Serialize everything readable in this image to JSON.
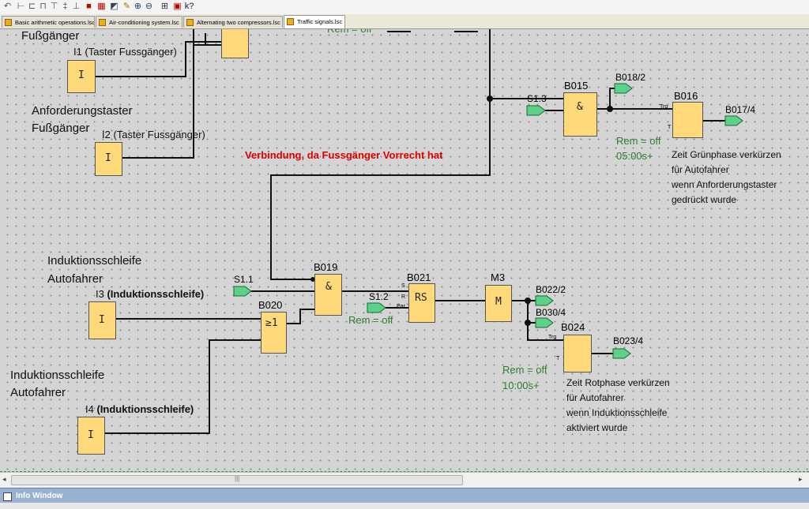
{
  "tabs": [
    {
      "label": "Basic arithmetic operations.lsc",
      "active": false
    },
    {
      "label": "Air-conditioning system.lsc",
      "active": false
    },
    {
      "label": "Alternating two compressors.lsc",
      "active": false
    },
    {
      "label": "Traffic signals.lsc",
      "active": true
    }
  ],
  "toolbar_icons": [
    "connector-icon",
    "split-connector-icon",
    "align-left-icon",
    "align-center-icon",
    "align-top-icon",
    "align-vertical-icon",
    "align-bottom-icon",
    "block-list-icon",
    "simulation-icon",
    "settings-icon",
    "zoom-in-icon",
    "zoom-out-icon",
    "fit-window-icon",
    "network-icon",
    "help-icon"
  ],
  "labels": {
    "top_cut": "Rem = off",
    "fussganger_a": "Fußgänger",
    "i1": "I1 (Taster Fussgänger)",
    "anforderung_line1": "Anforderungstaster",
    "anforderung_line2": "Fußgänger",
    "i2": "I2 (Taster Fussgänger)",
    "red_note": "Verbindung, da Fussgänger Vorrecht hat",
    "induktion1_line1": "Induktionsschleife",
    "induktion1_line2": "Autofahrer",
    "i3_prefix": "I3 ",
    "i3_bold": "(Induktionsschleife)",
    "induktion2_line1": "Induktionsschleife",
    "induktion2_line2": "Autofahrer",
    "i4_prefix": "I4 ",
    "i4_bold": "(Induktionsschleife)"
  },
  "blocks": {
    "b015": {
      "name": "B015",
      "symbol": "&"
    },
    "b016": {
      "name": "B016",
      "trg": "Trg",
      "t": "T"
    },
    "b019": {
      "name": "B019",
      "symbol": "&"
    },
    "b020": {
      "name": "B020",
      "symbol": "≥1"
    },
    "b021": {
      "name": "B021",
      "symbol": "RS",
      "s": "S",
      "r": "R",
      "par": "Par"
    },
    "m3": {
      "name": "M3",
      "symbol": "M"
    },
    "b024": {
      "name": "B024",
      "trg": "Trg",
      "t": "T"
    },
    "input_symbol": "I"
  },
  "connectors": {
    "s11": "S1.1",
    "s12": "S1.2",
    "s13": "S1.3",
    "b018": "B018/2",
    "b017": "B017/4",
    "b022": "B022/2",
    "b030": "B030/4",
    "b023": "B023/4"
  },
  "params": {
    "b016_rem": "Rem = off",
    "b016_time": "05:00s+",
    "b021_rem": "Rem = off",
    "b024_rem": "Rem = off",
    "b024_time": "10:00s+"
  },
  "notes": {
    "b016": [
      "Zeit Grünphase verkürzen",
      "für Autofahrer",
      "wenn Anforderungstaster",
      "gedrückt wurde"
    ],
    "b024": [
      "Zeit Rotphase verkürzen",
      "für Autofahrer",
      "wenn Induktionsschleife",
      "aktiviert wurde"
    ]
  },
  "info_window": {
    "title": "Info Window"
  },
  "colors": {
    "block_fill": "#ffd97a",
    "connector_fill": "#5fd08a",
    "red_text": "#e00000",
    "green_text": "#2e7d32"
  }
}
